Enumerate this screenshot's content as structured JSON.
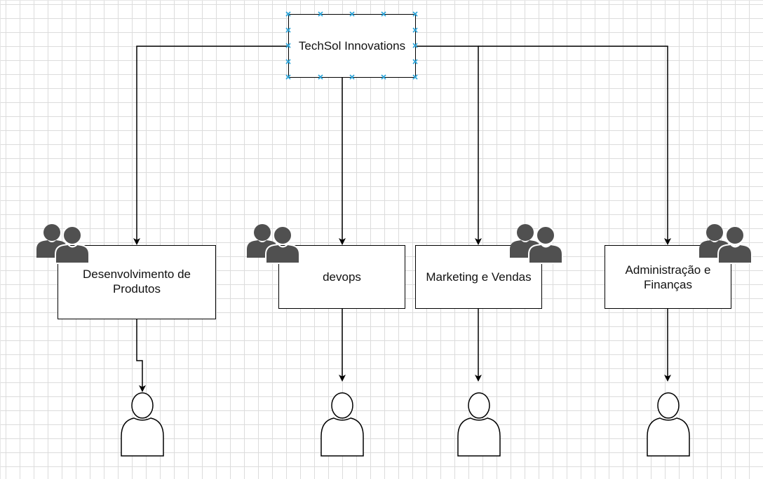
{
  "diagram": {
    "root": {
      "label": "TechSol Innovations"
    },
    "departments": [
      {
        "label": "Desenvolvimento de Produtos",
        "group_icon": "users-icon",
        "person_icon": "user-icon"
      },
      {
        "label": "devops",
        "group_icon": "users-icon",
        "person_icon": "user-icon"
      },
      {
        "label": "Marketing e Vendas",
        "group_icon": "users-icon",
        "person_icon": "user-icon"
      },
      {
        "label": "Administração e Finanças",
        "group_icon": "users-icon",
        "person_icon": "user-icon"
      }
    ],
    "colors": {
      "line": "#000000",
      "group_icon": "#505050",
      "selection_handle": "#29a3d9",
      "grid": "#dcdcdc"
    }
  }
}
